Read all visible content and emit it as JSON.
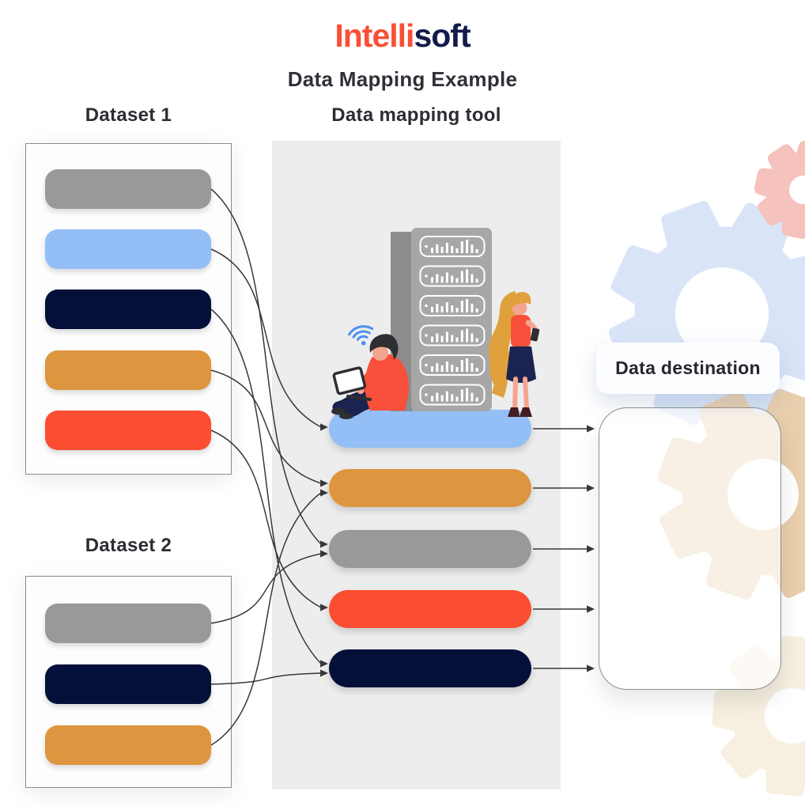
{
  "header": {
    "logo_part1": "Intelli",
    "logo_part2": "soft",
    "title": "Data Mapping Example"
  },
  "dataset1": {
    "label": "Dataset 1",
    "bars": [
      {
        "name": "gray",
        "color": "#999999"
      },
      {
        "name": "light-blue",
        "color": "#93BEF6"
      },
      {
        "name": "navy",
        "color": "#05103A"
      },
      {
        "name": "orange",
        "color": "#DD953F"
      },
      {
        "name": "red",
        "color": "#FB4D31"
      }
    ]
  },
  "dataset2": {
    "label": "Dataset 2",
    "bars": [
      {
        "name": "gray",
        "color": "#999999"
      },
      {
        "name": "navy",
        "color": "#05103A"
      },
      {
        "name": "orange",
        "color": "#DD953F"
      }
    ]
  },
  "mapping_tool": {
    "label": "Data mapping tool",
    "bars": [
      {
        "name": "light-blue",
        "color": "#93BEF6"
      },
      {
        "name": "orange",
        "color": "#DD953F"
      },
      {
        "name": "gray",
        "color": "#999999"
      },
      {
        "name": "red",
        "color": "#FB4D31"
      },
      {
        "name": "navy",
        "color": "#05103A"
      }
    ]
  },
  "destination": {
    "label": "Data destination"
  },
  "connections": [
    {
      "from": "dataset1",
      "bar": 0,
      "to": 2,
      "slot": "upper"
    },
    {
      "from": "dataset1",
      "bar": 1,
      "to": 0,
      "slot": "single"
    },
    {
      "from": "dataset1",
      "bar": 2,
      "to": 4,
      "slot": "upper"
    },
    {
      "from": "dataset1",
      "bar": 3,
      "to": 1,
      "slot": "upper"
    },
    {
      "from": "dataset1",
      "bar": 4,
      "to": 3,
      "slot": "single"
    },
    {
      "from": "dataset2",
      "bar": 0,
      "to": 2,
      "slot": "lower"
    },
    {
      "from": "dataset2",
      "bar": 1,
      "to": 4,
      "slot": "lower"
    },
    {
      "from": "dataset2",
      "bar": 2,
      "to": 1,
      "slot": "lower"
    }
  ],
  "destination_arrows": [
    0,
    1,
    2,
    3,
    4
  ],
  "colors": {
    "logo_primary": "#F94F37",
    "logo_secondary": "#131B4D",
    "line": "#38383B",
    "panel": "#EDEDED",
    "gears": {
      "blue": "#D9E5F7",
      "pink": "#F5C2BD",
      "tan": "#EACFAD",
      "cream": "#F7F0E1"
    },
    "palette": {
      "shirt": "#F8503B",
      "pants": "#1B2350",
      "skin": "#F4A58F",
      "hair-man": "#2E2E33",
      "hair-woman": "#E0A13C",
      "rack": "#A7A7A7",
      "rack-side": "#8D8D8D",
      "wifi": "#4D8FF2",
      "heel": "#451C20"
    }
  }
}
